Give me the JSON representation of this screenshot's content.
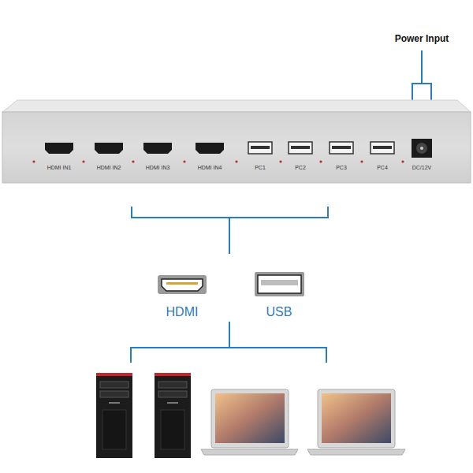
{
  "diagram": {
    "labels": [
      "Power Input",
      "HDMI IN1",
      "HDMI IN2",
      "HDMI IN3",
      "HDMI IN4",
      "PC1",
      "PC2",
      "PC3",
      "PC4",
      "DC/12V",
      "HDMI",
      "USB"
    ]
  }
}
